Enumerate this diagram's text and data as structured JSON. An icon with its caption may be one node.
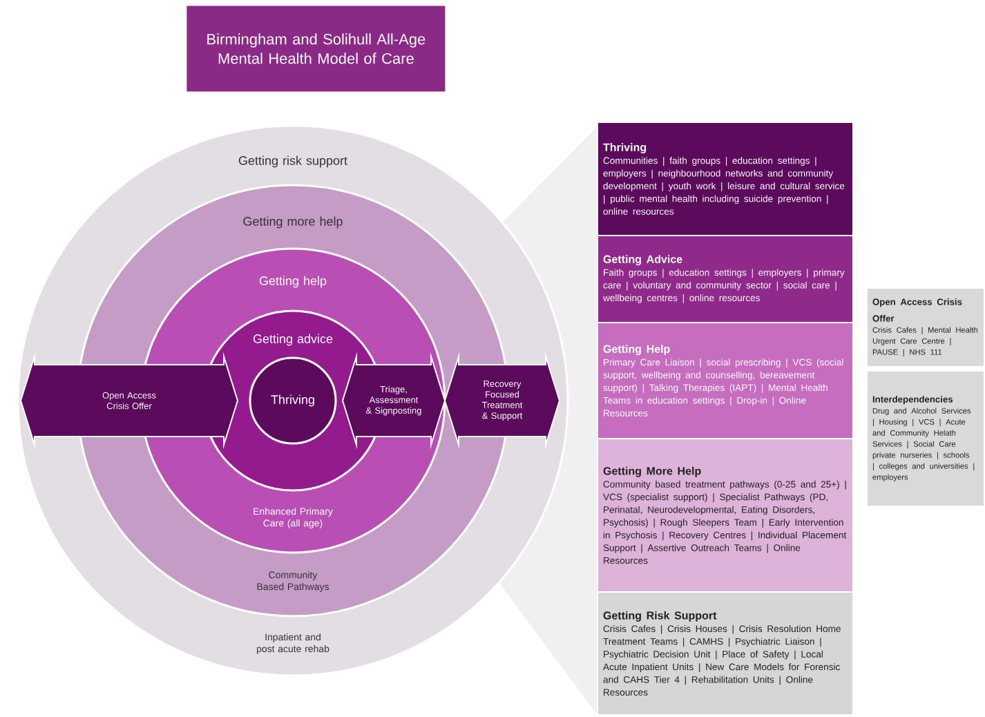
{
  "diagram": {
    "title": "Birmingham and Solihull All-Age Mental Health Model of Care",
    "nodes": [
      {
        "text": [
          "Getting risk support",
          "Inpatient and post acute rehab"
        ]
      },
      {
        "text": [
          "Getting more help",
          "Community Based Pathways"
        ],
        "in": 0
      },
      {
        "text": [
          "Getting help",
          "Enhanced Primary Care (all age)"
        ],
        "in": 1
      },
      {
        "text": [
          "Getting advice"
        ],
        "in": 2
      },
      {
        "text": [
          "Thriving"
        ],
        "in": 3
      },
      {
        "text": [
          "Open Access Crisis Offer"
        ],
        "in": 0
      },
      {
        "text": [
          "Triage, Assessment & Signposting"
        ],
        "in": 2
      },
      {
        "text": [
          "Recovery Focused Treatment & Support"
        ],
        "in": 0
      },
      {
        "text": [
          "Thriving",
          "Communities | faith groups | education settings | employers | neighbourhood networks and community development | youth work | leisure and cultural service | public mental health including suicide prevention | online resources"
        ]
      },
      {
        "text": [
          "Getting Advice",
          "Faith groups | education settings | employers | primary care | voluntary and community sector | social care | wellbeing centres | online resources"
        ]
      },
      {
        "text": [
          "Getting Help",
          "Primary Care Liaison | social prescribing | VCS (social support, wellbeing and counselling, bereavement support) | Talking Therapies (IAPT) | Mental Health Teams in education settings | Drop-in | Online Resources"
        ]
      },
      {
        "text": [
          "Getting More Help",
          "Community based treatment pathways (0-25 and 25+) | VCS (specialist support) | Specialist Pathways (PD, Perinatal, Neurodevelopmental, Eating Disorders, Psychosis) | Rough Sleepers Team | Early Intervention in Psychosis | Recovery Centres | Individual Placement Support | Assertive Outreach Teams | Online Resources"
        ]
      },
      {
        "text": [
          "Getting Risk Support",
          "Crisis Cafes | Crisis Houses | Crisis Resolution Home Treatment Teams | CAMHS | Psychiatric Liaison | Psychiatric Decision Unit | Place of Safety | Local Acute Inpatient Units | New Care Models for Forensic and CAHS Tier 4 | Rehabilitation Units | Online Resources"
        ]
      },
      {
        "text": [
          "Open Access Crisis Offer",
          "Crisis Cafes | Mental Health Urgent Care Centre | PAUSE | NHS 111"
        ]
      },
      {
        "text": [
          "Interdependencies",
          "Drug and Alcohol Services | Housing | VCS | Acute and Community Helath Services | Social Care private nurseries | schools | colleges and universities | employers"
        ]
      }
    ]
  }
}
